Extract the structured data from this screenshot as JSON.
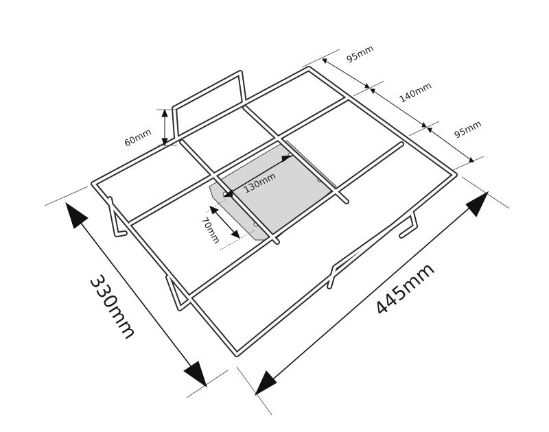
{
  "dimensions": {
    "width": "330mm",
    "length": "445mm",
    "top_width": "95mm",
    "middle_width": "140mm",
    "bottom_width": "95mm",
    "handle_height": "60mm",
    "mount_spacing": "130mm",
    "mount_offset": "70mm"
  },
  "colors": {
    "frame": "#2b2b2b",
    "frame_inner": "#ffffff",
    "plate": "#d7d7d7",
    "text": "#1a1a1a"
  }
}
